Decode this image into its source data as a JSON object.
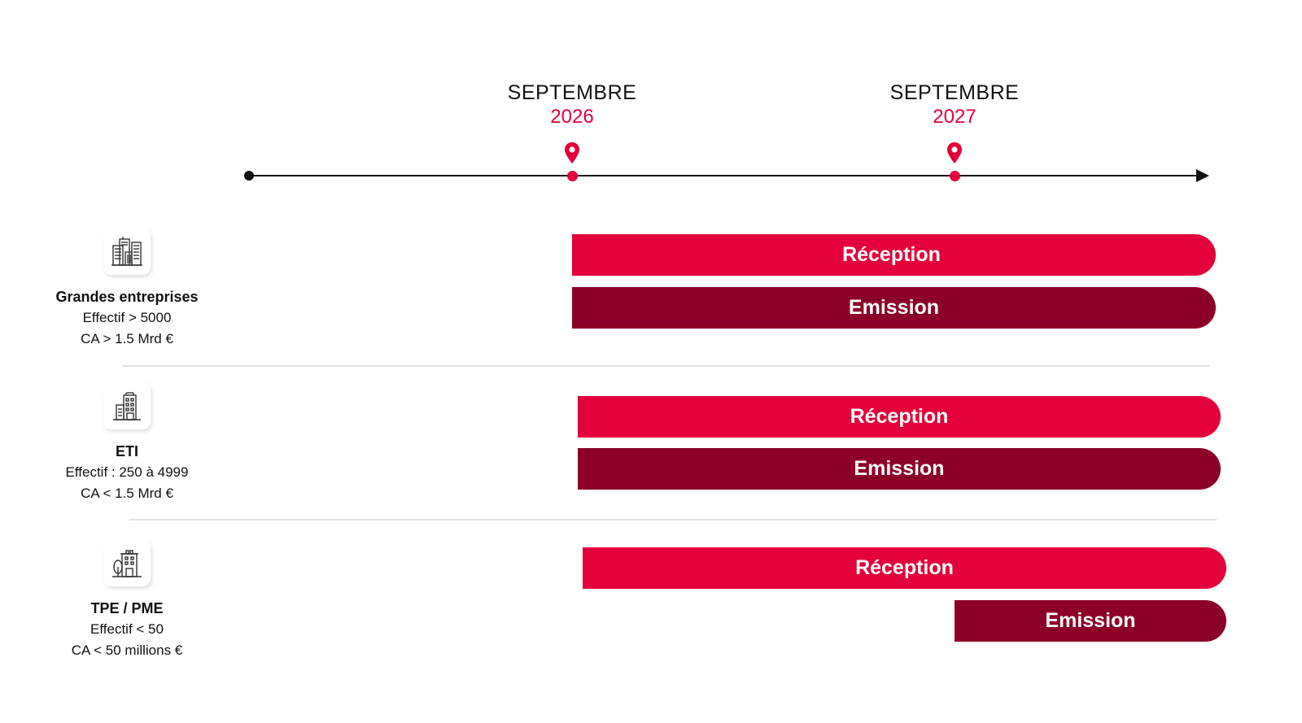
{
  "colors": {
    "reception": "#E4003A",
    "emission": "#8C0028",
    "milestone_accent": "#E4003A",
    "axis": "#111111",
    "divider": "#E0E0E0"
  },
  "timeline": {
    "milestones": [
      {
        "month": "SEPTEMBRE",
        "year": "2026",
        "icon": "map-pin-icon"
      },
      {
        "month": "SEPTEMBRE",
        "year": "2027",
        "icon": "map-pin-icon"
      }
    ]
  },
  "categories": [
    {
      "icon": "skyscrapers-icon",
      "title": "Grandes entreprises",
      "lines": [
        "Effectif > 5000",
        "CA > 1.5 Mrd €"
      ],
      "bars": [
        {
          "label": "Réception",
          "type": "reception",
          "start": "SEPTEMBRE 2026"
        },
        {
          "label": "Emission",
          "type": "emission",
          "start": "SEPTEMBRE 2026"
        }
      ]
    },
    {
      "icon": "office-building-icon",
      "title": "ETI",
      "lines": [
        "Effectif : 250 à 4999",
        "CA < 1.5 Mrd €"
      ],
      "bars": [
        {
          "label": "Réception",
          "type": "reception",
          "start": "SEPTEMBRE 2026"
        },
        {
          "label": "Emission",
          "type": "emission",
          "start": "SEPTEMBRE 2026"
        }
      ]
    },
    {
      "icon": "small-building-tree-icon",
      "title": "TPE / PME",
      "lines": [
        "Effectif < 50",
        "CA < 50 millions €"
      ],
      "bars": [
        {
          "label": "Réception",
          "type": "reception",
          "start": "SEPTEMBRE 2026"
        },
        {
          "label": "Emission",
          "type": "emission",
          "start": "SEPTEMBRE 2027"
        }
      ]
    }
  ]
}
